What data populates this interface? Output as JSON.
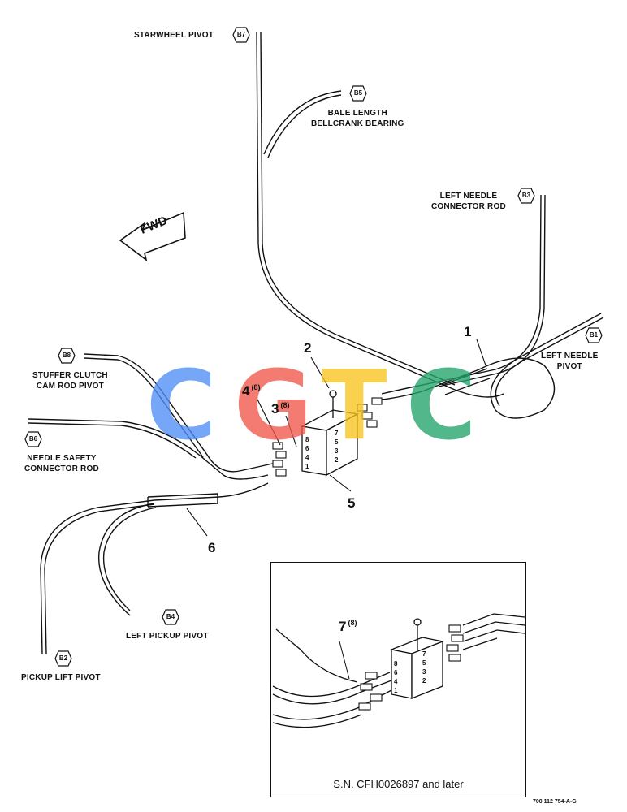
{
  "labels": {
    "b7": {
      "code": "B7",
      "text": "STARWHEEL PIVOT"
    },
    "b5": {
      "code": "B5",
      "line1": "BALE LENGTH",
      "line2": "BELLCRANK BEARING"
    },
    "b3": {
      "code": "B3",
      "line1": "LEFT NEEDLE",
      "line2": "CONNECTOR ROD"
    },
    "b1": {
      "code": "B1",
      "line1": "LEFT NEEDLE",
      "line2": "PIVOT"
    },
    "b8": {
      "code": "B8",
      "line1": "STUFFER CLUTCH",
      "line2": "CAM ROD PIVOT"
    },
    "b6": {
      "code": "B6",
      "line1": "NEEDLE SAFETY",
      "line2": "CONNECTOR ROD"
    },
    "b4": {
      "code": "B4",
      "text": "LEFT PICKUP PIVOT"
    },
    "b2": {
      "code": "B2",
      "text": "PICKUP LIFT PIVOT"
    }
  },
  "callouts": {
    "c1": {
      "num": "1"
    },
    "c2": {
      "num": "2"
    },
    "c3": {
      "num": "3",
      "qty": "(8)"
    },
    "c4": {
      "num": "4",
      "qty": "(8)"
    },
    "c5": {
      "num": "5"
    },
    "c6": {
      "num": "6"
    },
    "c7": {
      "num": "7",
      "qty": "(8)"
    }
  },
  "fwd_arrow": "FWD",
  "block_ports_left": [
    "8",
    "6",
    "4",
    "1"
  ],
  "block_ports_right": [
    "7",
    "5",
    "3",
    "2"
  ],
  "inset_caption": "S.N. CFH0026897 and later",
  "figure_ref": "700 112 754-A-G",
  "watermark": {
    "letters": [
      "C",
      "G",
      "T",
      "C"
    ],
    "colors": [
      "#4f8ef7",
      "#f0574a",
      "#f8c51d",
      "#22a46a"
    ]
  }
}
